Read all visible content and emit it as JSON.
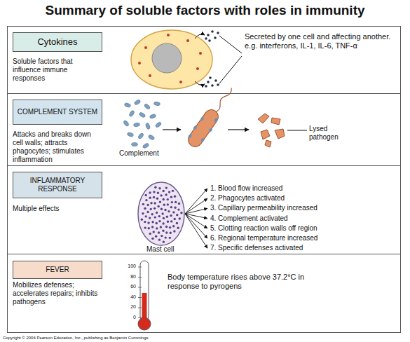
{
  "diagram": {
    "title": "Summary of soluble factors with roles in immunity",
    "nodes": [
      {
        "text": [
          "Soluble factors that influence immune responses",
          "Secreted by one cell and affecting another. e.g. interferons, IL-1, IL-6, TNF-α"
        ]
      },
      {
        "text": [
          "Cytokines"
        ],
        "in": 0
      },
      {
        "text": [
          "Attacks and breaks down cell walls; attracts phagocytes; stimulates inflammation"
        ]
      },
      {
        "text": [
          "COMPLEMENT SYSTEM"
        ],
        "in": 2
      },
      {
        "text": [
          "Multiple effects"
        ]
      },
      {
        "text": [
          "INFLAMMATORY RESPONSE"
        ],
        "in": 4
      },
      {
        "text": [
          "Mobilizes defenses; accelerates repairs; inhibits pathogens",
          "Body temperature rises above 37.2°C in response to pyrogens"
        ]
      },
      {
        "text": [
          "FEVER"
        ],
        "in": 6
      }
    ],
    "labels": [
      "Complement",
      "Lysed pathogen",
      "Mast cell",
      "1. Blood flow increased",
      "2. Phagocytes activated",
      "3. Capillary permeability increased",
      "4. Complement activated",
      "5. Clotting reaction walls off region",
      "6. Regional temperature increased",
      "7. Specific defenses activated",
      "100",
      "80",
      "60",
      "40",
      "20",
      "0",
      "Copyright © 2004 Pearson Education, Inc., publishing as Benjamin Cummings"
    ]
  }
}
